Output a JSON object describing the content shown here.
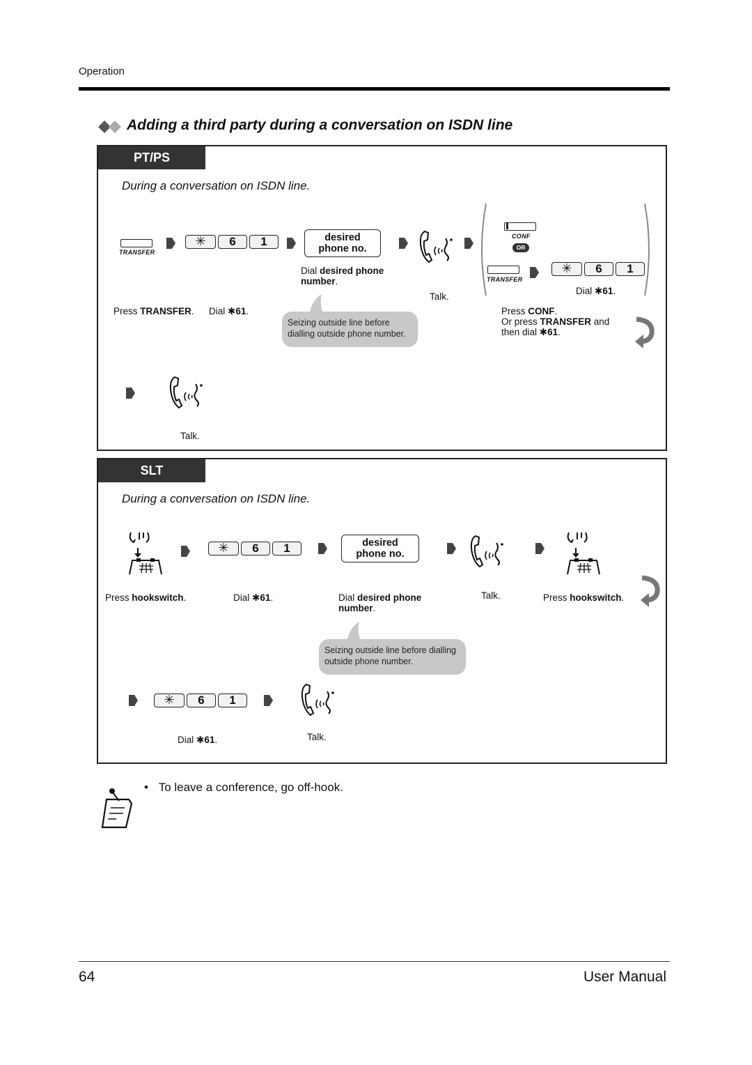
{
  "header": {
    "section": "Operation"
  },
  "title": "Adding a third party during a conversation on ISDN line",
  "keys": {
    "star": "✳",
    "six": "6",
    "one": "1"
  },
  "desired": {
    "line1": "desired",
    "line2": "phone no."
  },
  "buttons": {
    "transfer": "TRANSFER",
    "conf": "CONF",
    "or": "OR"
  },
  "ptps": {
    "tab": "PT/PS",
    "subtitle": "During a conversation on ISDN line.",
    "press_transfer_pre": "Press ",
    "press_transfer_bold": "TRANSFER",
    "press_transfer_post": ".",
    "dial_pre": "Dial ",
    "dial_bold": "✱61",
    "dial_post": ".",
    "dial_desired_pre": "Dial ",
    "dial_desired_bold1": "desired phone",
    "dial_desired_bold2": "number",
    "dial_desired_post": ".",
    "talk": "Talk.",
    "right_dial_pre": "Dial ",
    "right_dial_bold": "✱61",
    "right_dial_post": ".",
    "press_conf_pre": "Press ",
    "press_conf_bold": "CONF",
    "press_conf_post": ".",
    "or_press_pre": "Or press ",
    "or_press_bold": "TRANSFER",
    "or_press_post": " and",
    "then_dial_pre": "then dial  ",
    "then_dial_bold": "✱61",
    "then_dial_post": ".",
    "bubble_line1": "Seizing outside line before",
    "bubble_line2": "dialling outside phone number.",
    "talk2": "Talk."
  },
  "slt": {
    "tab": "SLT",
    "subtitle": "During a conversation on ISDN line.",
    "press_hook_pre": "Press ",
    "press_hook_bold": "hookswitch",
    "press_hook_post": ".",
    "dial_pre": "Dial ",
    "dial_bold": "✱61",
    "dial_post": ".",
    "dial_desired_pre": "Dial ",
    "dial_desired_bold1": "desired phone",
    "dial_desired_bold2": "number",
    "dial_desired_post": ".",
    "talk": "Talk.",
    "press_hook2_pre": "Press ",
    "press_hook2_bold": "hookswitch",
    "press_hook2_post": ".",
    "bubble_line1": "Seizing outside line before dialling",
    "bubble_line2": "outside phone number.",
    "dial2_pre": "Dial ",
    "dial2_bold": "✱61",
    "dial2_post": ".",
    "talk2": "Talk."
  },
  "note": {
    "bullet": "•",
    "text": "To leave a conference, go off-hook."
  },
  "footer": {
    "page": "64",
    "manual": "User Manual"
  }
}
